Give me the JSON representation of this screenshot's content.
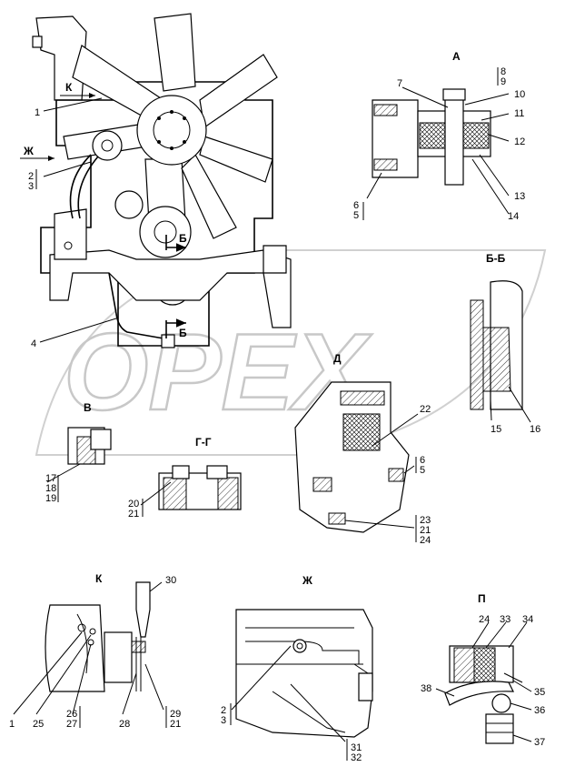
{
  "watermark": "OPEX",
  "views": {
    "main": {
      "labels": [
        "1",
        "2",
        "3",
        "4"
      ],
      "arrows": {
        "k": "К",
        "zh": "Ж",
        "b_top": "Б",
        "b_bottom": "Б"
      }
    },
    "a": {
      "title": "А",
      "labels": [
        "7",
        "8",
        "9",
        "10",
        "11",
        "12",
        "13",
        "14",
        "6",
        "5"
      ]
    },
    "bb": {
      "title": "Б-Б",
      "labels": [
        "15",
        "16"
      ]
    },
    "d": {
      "title": "Д",
      "labels": [
        "22",
        "6",
        "5",
        "23",
        "21",
        "24"
      ]
    },
    "v": {
      "title": "В",
      "labels": [
        "17",
        "18",
        "19"
      ]
    },
    "gg": {
      "title": "Г-Г",
      "labels": [
        "20",
        "21"
      ]
    },
    "k": {
      "title": "К",
      "labels": [
        "30",
        "1",
        "25",
        "26",
        "27",
        "28",
        "29",
        "21"
      ]
    },
    "zh": {
      "title": "Ж",
      "labels": [
        "2",
        "3",
        "31",
        "32"
      ]
    },
    "p": {
      "title": "П",
      "labels": [
        "24",
        "33",
        "34",
        "35",
        "36",
        "37",
        "38"
      ]
    }
  }
}
